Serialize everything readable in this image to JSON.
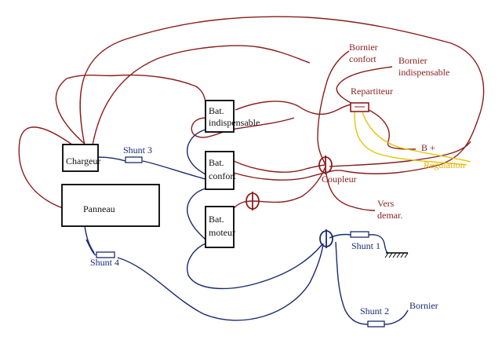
{
  "components": {
    "chargeur": "Chargeur",
    "panneau": "Panneau",
    "bat_indispensable_line1": "Bat.",
    "bat_indispensable_line2": "indispensable",
    "bat_confort_line1": "Bat.",
    "bat_confort_line2": "confort",
    "bat_moteur_line1": "Bat.",
    "bat_moteur_line2": "moteur"
  },
  "labels": {
    "bornier_confort_line1": "Bornier",
    "bornier_confort_line2": "confort",
    "bornier_indispensable_line1": "Bornier",
    "bornier_indispensable_line2": "indispensable",
    "repartiteur": "Repartiteur",
    "b_plus": "B +",
    "regulation": "Regulation",
    "coupleur": "Coupleur",
    "vers_demar_line1": "Vers",
    "vers_demar_line2": "demar.",
    "shunt1": "Shunt 1",
    "shunt2": "Shunt 2",
    "shunt3": "Shunt 3",
    "shunt4": "Shunt 4",
    "bornier": "Bornier"
  },
  "colors": {
    "red_wire": "#8b1d1d",
    "blue_wire": "#1a2b6e",
    "yellow_wire": "#e8c200",
    "box_stroke": "#000000"
  }
}
